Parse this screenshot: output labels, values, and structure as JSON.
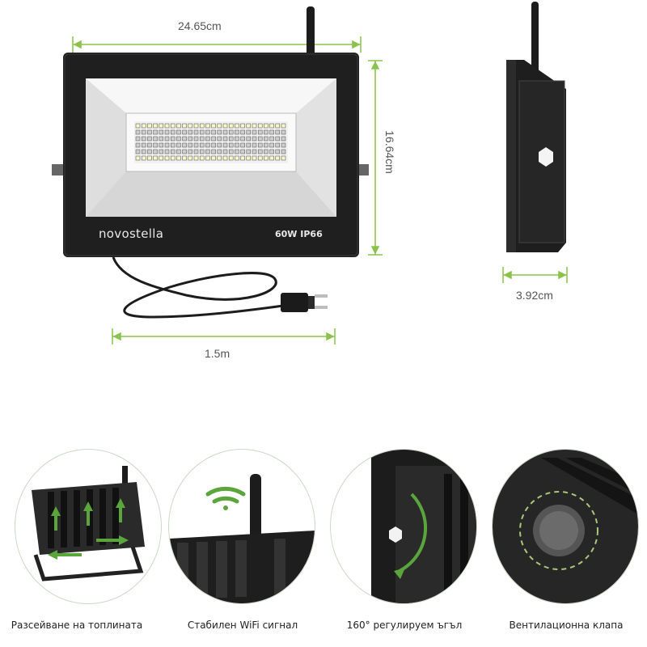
{
  "dimensions": {
    "width": "24.65cm",
    "height": "16.64cm",
    "depth": "3.92cm",
    "cable": "1.5m"
  },
  "product": {
    "brand": "novostella",
    "spec": "60W   IP66"
  },
  "features": [
    {
      "caption": "Разсейване на топлината",
      "icon": "heat-dissipation-icon"
    },
    {
      "caption": "Стабилен WiFi сигнал",
      "icon": "wifi-icon"
    },
    {
      "caption": "160° регулируем ъгъл",
      "icon": "rotate-arrow-icon"
    },
    {
      "caption": "Вентилационна клапа",
      "icon": "vent-valve-icon"
    }
  ],
  "colors": {
    "dimension_lines": "#8bc34a",
    "body": "#1f1f1f",
    "accent_green": "#5aa53c"
  }
}
